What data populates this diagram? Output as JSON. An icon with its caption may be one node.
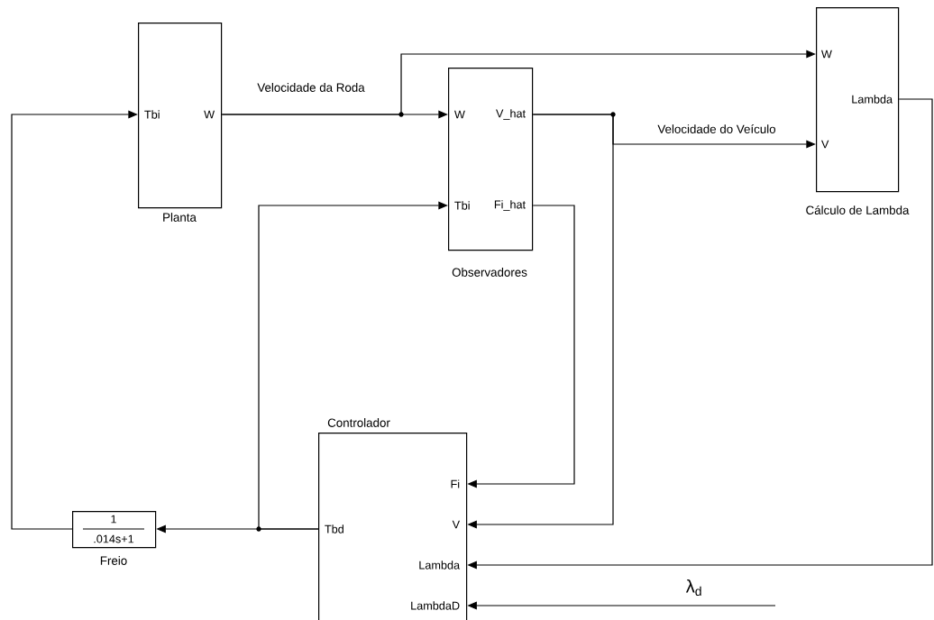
{
  "diagram": {
    "nodes": [
      {
        "text": [
          "Tbi",
          "W"
        ],
        "beside": [
          "Planta"
        ]
      },
      {
        "text": [
          "W",
          "V_hat",
          "Tbi",
          "Fi_hat"
        ],
        "beside": [
          "Observadores"
        ]
      },
      {
        "text": [
          "W",
          "Lambda",
          "V"
        ],
        "beside": [
          "Cálculo de Lambda"
        ]
      },
      {
        "text": [
          "Fi",
          "V",
          "Lambda",
          "LambdaD",
          "Tbd"
        ],
        "beside": [
          "Controlador"
        ]
      },
      {
        "text": [
          "1",
          ".014s+1"
        ],
        "beside": [
          "Freio"
        ]
      }
    ],
    "edges": [
      {
        "from": 0,
        "to": 1,
        "arrow": "to",
        "label": "Velocidade da Roda"
      },
      {
        "from": 0,
        "to": 2,
        "arrow": "to"
      },
      {
        "from": 1,
        "to": 2,
        "arrow": "to",
        "label": "Velocidade do Veículo"
      },
      {
        "from": 1,
        "to": 3,
        "arrow": "to"
      },
      {
        "from": 1,
        "to": 3,
        "arrow": "to"
      },
      {
        "from": 3,
        "to": 4,
        "arrow": "to"
      },
      {
        "from": 3,
        "to": 1,
        "arrow": "to"
      },
      {
        "from": 4,
        "to": 0,
        "arrow": "to"
      },
      {
        "from": 2,
        "to": 3,
        "arrow": "to"
      },
      {
        "from": null,
        "to": 3,
        "arrow": "to",
        "label": "λ$_{d}$"
      }
    ]
  }
}
